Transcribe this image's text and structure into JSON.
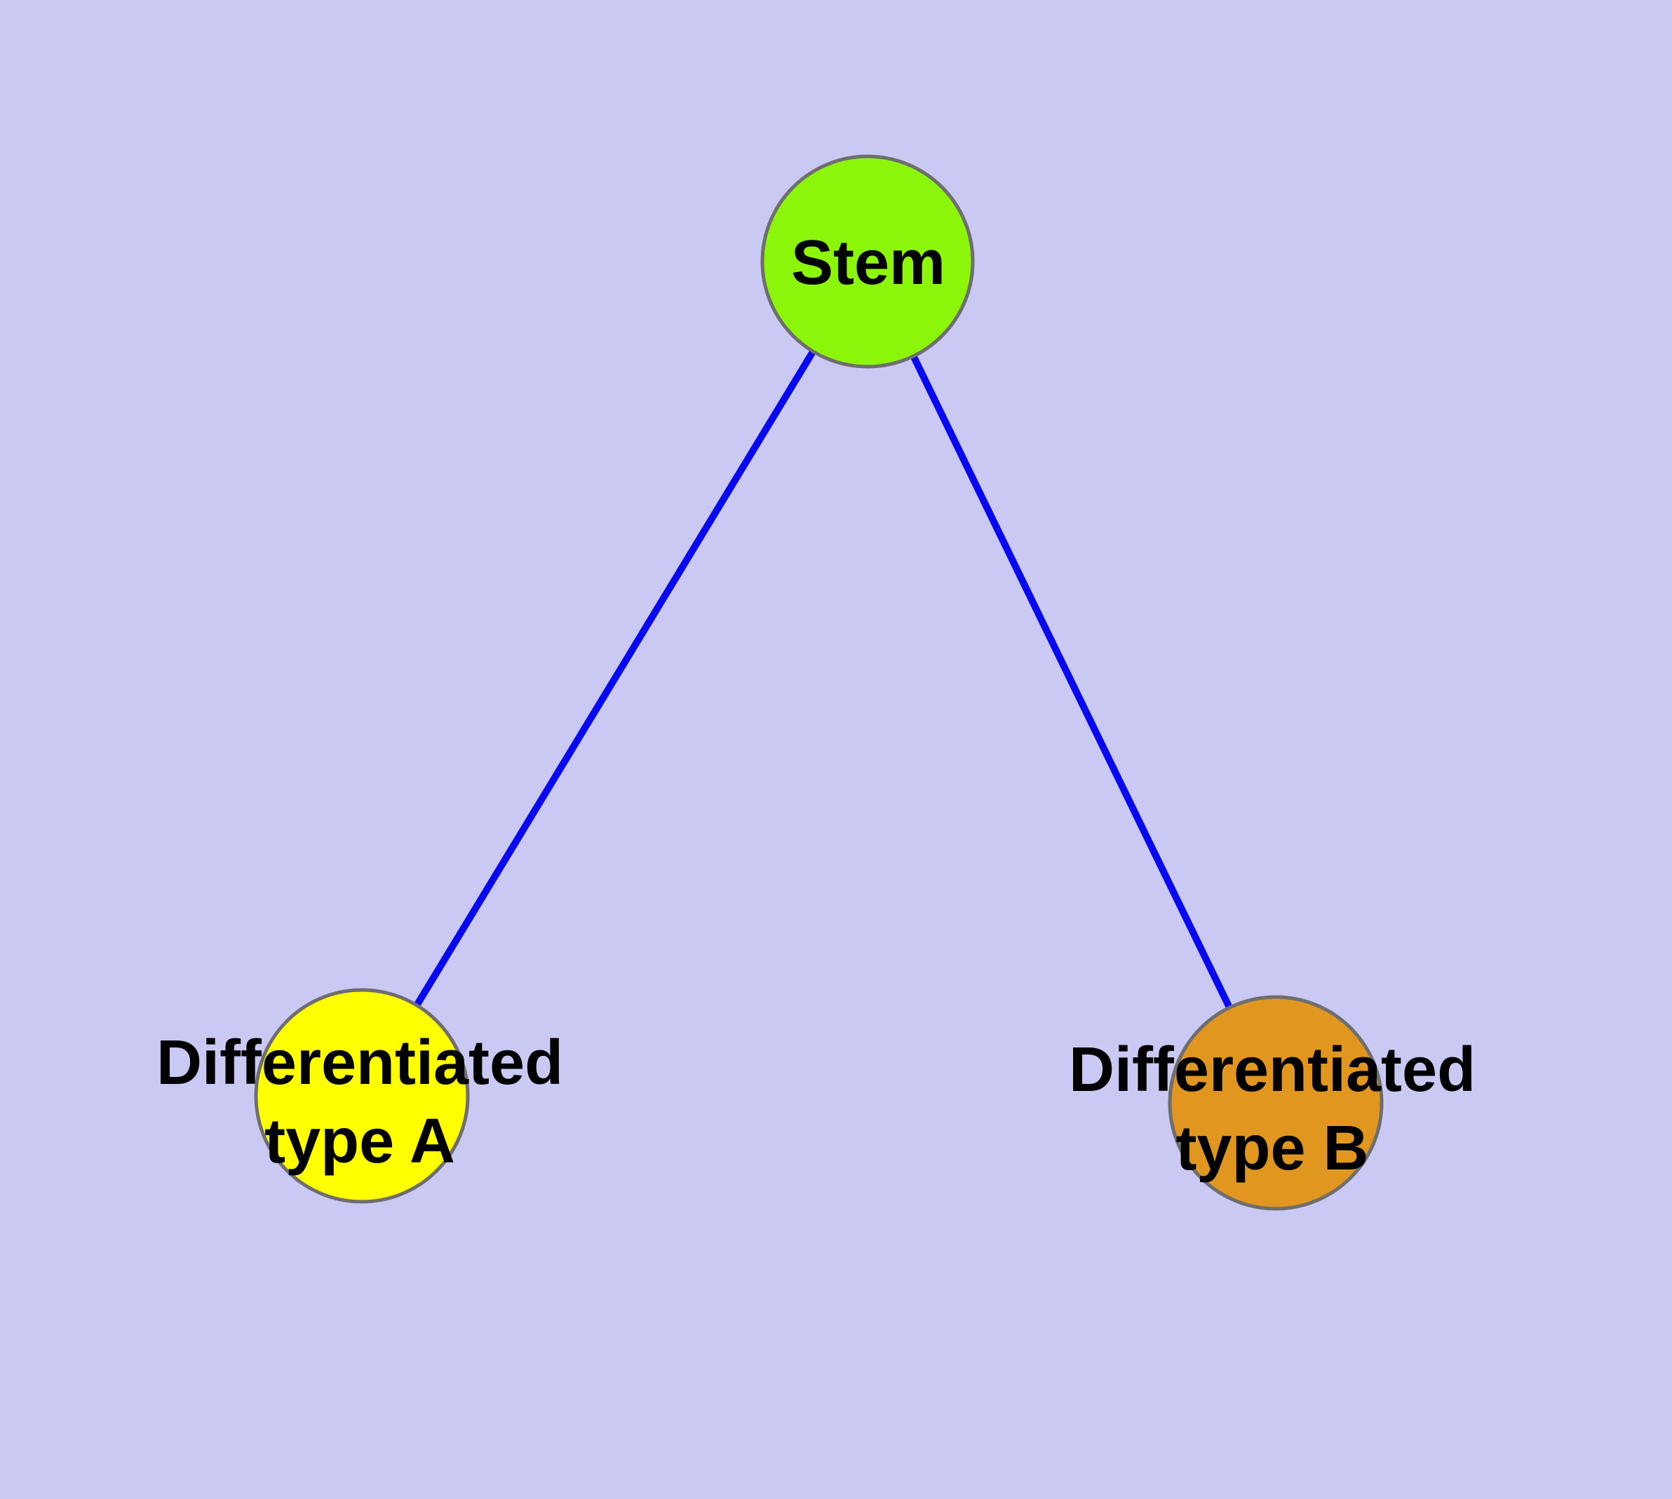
{
  "diagram": {
    "background_color": "#C9C9F3",
    "edge_color": "#0808F0",
    "node_border_color": "#6E6E6E",
    "label_text_color": "#000000",
    "nodes": [
      {
        "id": "stem",
        "label": "Stem",
        "color": "#8BF50A"
      },
      {
        "id": "differentiated-type-a",
        "label_line1": "Differentiated",
        "label_line2": "type A",
        "color": "#FFFF00"
      },
      {
        "id": "differentiated-type-b",
        "label_line1": "Differentiated",
        "label_line2": "type B",
        "color": "#E0961F"
      }
    ],
    "edges": [
      {
        "from": "Stem",
        "to": "Differentiated type A"
      },
      {
        "from": "Stem",
        "to": "Differentiated type B"
      }
    ]
  }
}
